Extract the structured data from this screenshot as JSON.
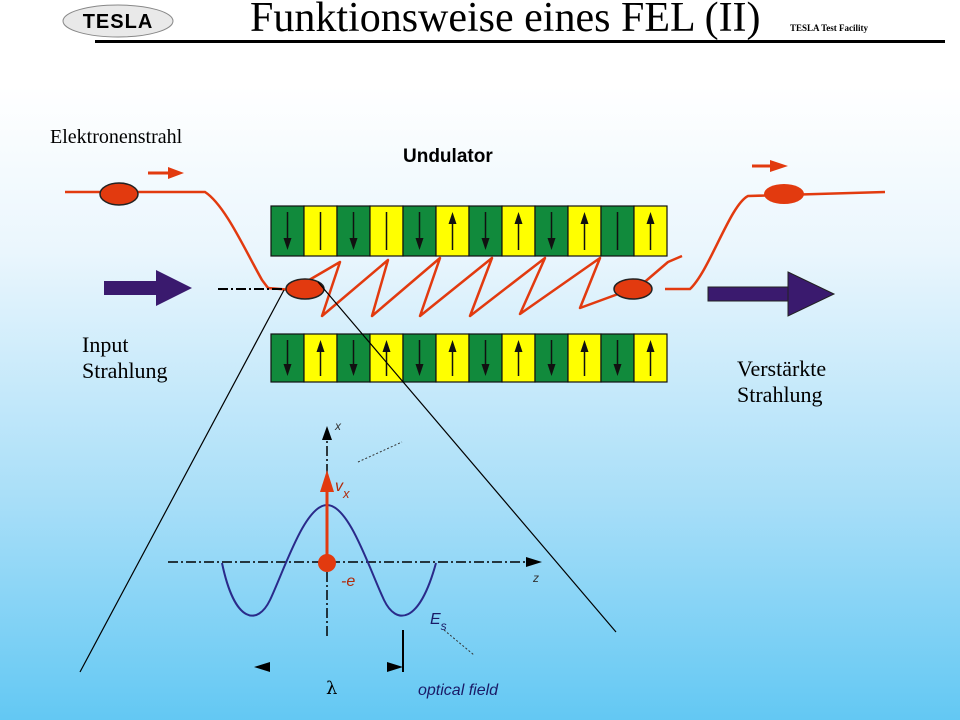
{
  "header": {
    "logo_text": "TESLA",
    "title": "Funktionsweise eines FEL (II)",
    "facility": "TESLA Test Facility"
  },
  "labels": {
    "electron_beam": "Elektronenstrahl",
    "undulator": "Undulator",
    "input_line1": "Input",
    "input_line2": "Strahlung",
    "output_line1": "Verstärkte",
    "output_line2": "Strahlung"
  },
  "inset": {
    "x_axis": "x",
    "z_axis": "z",
    "velocity_main": "v",
    "velocity_sub": "x",
    "electron": "-e",
    "field_main": "E",
    "field_sub": "s",
    "wavelength": "λ",
    "optical_field": "optical field"
  },
  "magnets": {
    "top_row": [
      "down",
      "bar",
      "down",
      "bar",
      "down",
      "up",
      "down",
      "up",
      "down",
      "up",
      "bar",
      "up"
    ],
    "bottom_row": [
      "down",
      "up",
      "down",
      "up",
      "down",
      "up",
      "down",
      "up",
      "down",
      "up",
      "down",
      "up"
    ]
  },
  "colors": {
    "magnet_green": "#118a3c",
    "magnet_yellow": "#ffff00",
    "beam_red": "#e23a0f",
    "arrow_blue": "#3a1a6e",
    "wave_blue": "#2a2a8a"
  }
}
